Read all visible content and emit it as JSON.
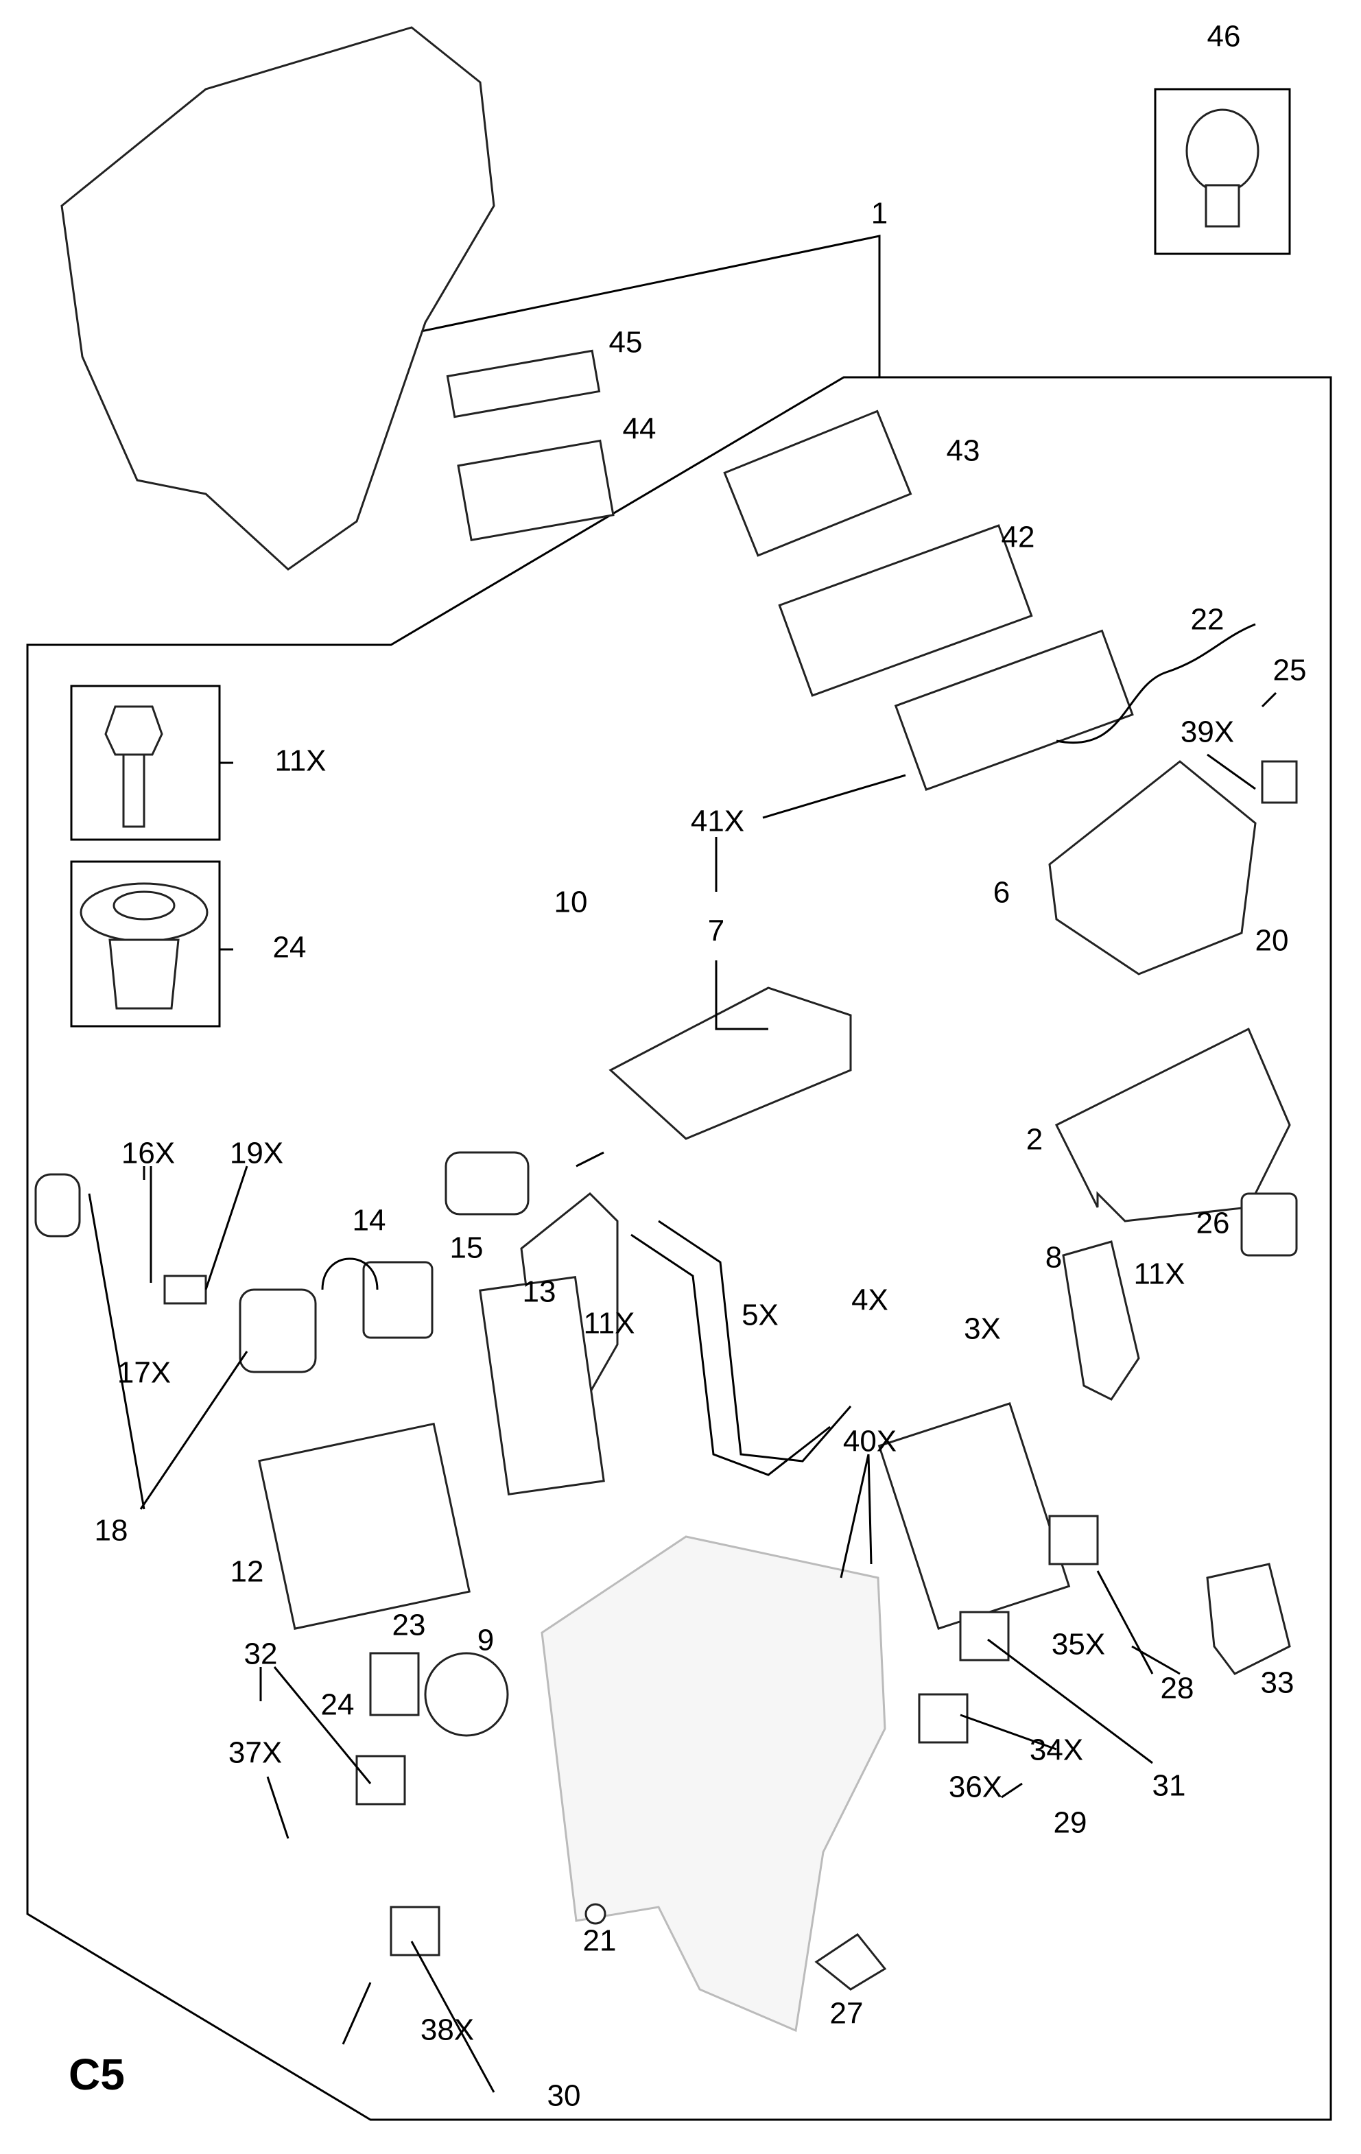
{
  "diagram": {
    "section_code": "C5",
    "labels": [
      "46",
      "1",
      "45",
      "44",
      "43",
      "42",
      "22",
      "25",
      "39X",
      "11X",
      "41X",
      "7",
      "10",
      "6",
      "20",
      "24",
      "2",
      "16X",
      "19X",
      "14",
      "15",
      "26",
      "8",
      "11X",
      "13",
      "11X",
      "5X",
      "4X",
      "3X",
      "17X",
      "18",
      "12",
      "40X",
      "32",
      "23",
      "9",
      "24",
      "35X",
      "28",
      "33",
      "37X",
      "34X",
      "31",
      "36X",
      "29",
      "21",
      "27",
      "38X",
      "30"
    ],
    "line_color": "#000000",
    "background": "#ffffff"
  }
}
